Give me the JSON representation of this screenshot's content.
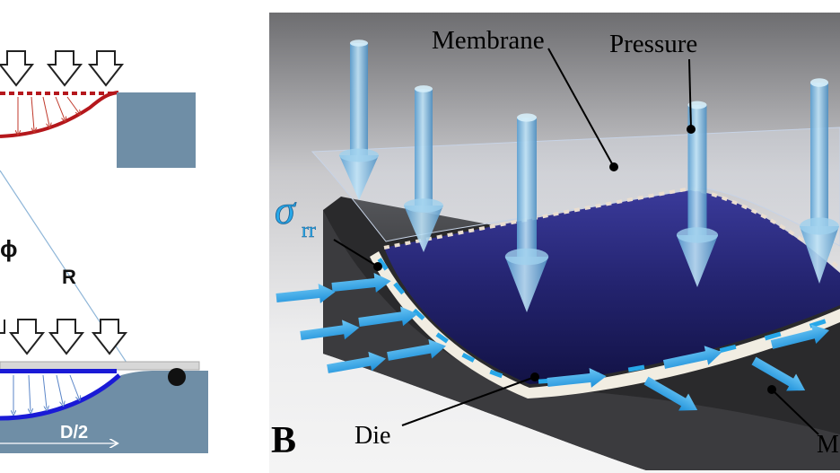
{
  "panel_a": {
    "phi_label": "ϕ",
    "r_label": "R",
    "d_half_label": "D/2",
    "colors": {
      "top_curve": "#b5171c",
      "bottom_curve": "#1a1ad6",
      "die_block": "#6f8ea6",
      "arrow_top": "#c0392b",
      "arrow_bottom": "#5b86c8"
    }
  },
  "panel_b": {
    "panel_letter": "B",
    "membrane_label": "Membrane",
    "pressure_label": "Pressure",
    "stress_symbol": "σ",
    "stress_subscript": "rr",
    "die_label": "Die",
    "mold_label_partial": "M",
    "colors": {
      "stress_accent": "#27a7e8",
      "membrane": "#1d1d6e",
      "die": "#2d2d2d",
      "pressure_arrow": "#86c6ea"
    }
  }
}
